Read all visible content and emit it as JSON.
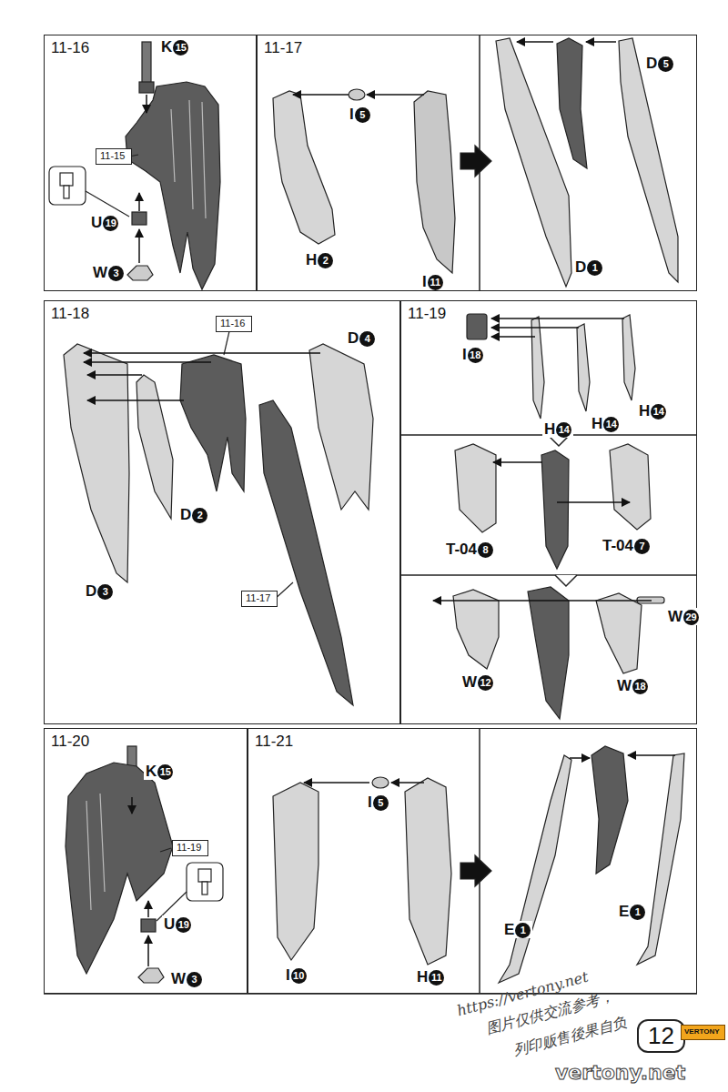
{
  "diagram": {
    "nodes": [
      {
        "text": [
          "11-16"
        ]
      },
      {
        "text": [
          "11-15"
        ],
        "in": 0
      },
      {
        "text": [
          "11-17"
        ]
      },
      {
        "text": [
          "11-18"
        ]
      },
      {
        "text": [
          "11-16"
        ],
        "in": 3
      },
      {
        "text": [
          "11-17"
        ],
        "in": 3
      },
      {
        "text": [
          "11-19"
        ]
      },
      {
        "text": [
          "11-20"
        ]
      },
      {
        "text": [
          "11-19"
        ],
        "in": 7
      },
      {
        "text": [
          "11-21"
        ]
      },
      {
        "text": [
          "12"
        ]
      },
      {
        "text": [
          "VERTONY"
        ]
      }
    ],
    "labels": [
      "K15",
      "U19",
      "W3",
      "I5",
      "H2",
      "I11",
      "D5",
      "D1",
      "D4",
      "D2",
      "D3",
      "I18",
      "H14",
      "H14",
      "H14",
      "T-048",
      "T-047",
      "W12",
      "W18",
      "W29",
      "K15",
      "U19",
      "W3",
      "I5",
      "I10",
      "H11",
      "E1",
      "E1",
      "https://vertony.net",
      "图片仅供交流参考，",
      "列印贩售後果自负",
      "vertony.net"
    ]
  }
}
